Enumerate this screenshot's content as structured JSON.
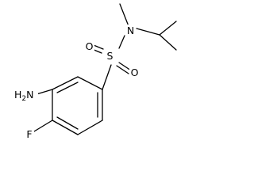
{
  "molecule": {
    "atoms": {
      "nitrogen_amide": "N",
      "sulfur": "S",
      "oxygen_upper": "O",
      "oxygen_lower": "O",
      "amino_h": "H",
      "amino_sub": "2",
      "amino_n": "N",
      "fluorine": "F"
    }
  }
}
